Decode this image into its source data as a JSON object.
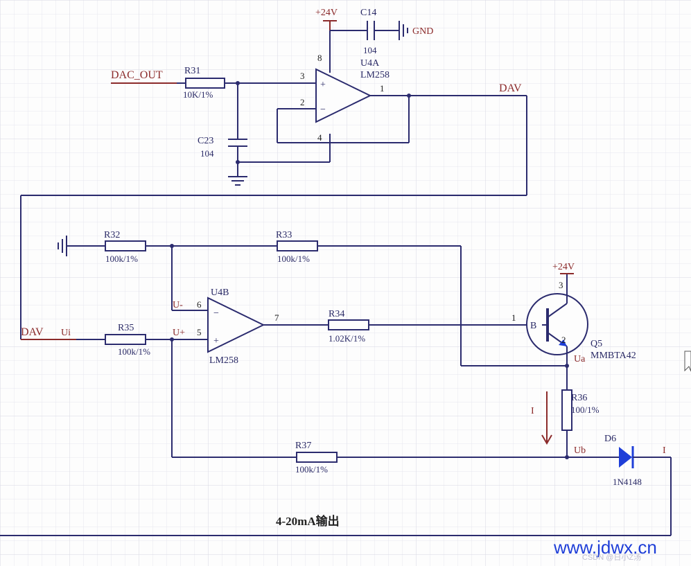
{
  "power": {
    "vcc_top": "+24V",
    "vcc_q5": "+24V",
    "gnd_label": "GND"
  },
  "nets": {
    "dac_out": "DAC_OUT",
    "dav_top": "DAV",
    "dav_left": "DAV",
    "ui": "Ui",
    "u_minus": "U-",
    "u_plus": "U+",
    "ua": "Ua",
    "ub": "Ub",
    "i_arrow": "I",
    "i_right": "I"
  },
  "components": {
    "r31": {
      "ref": "R31",
      "value": "10K/1%"
    },
    "c23": {
      "ref": "C23",
      "value": "104"
    },
    "c14": {
      "ref": "C14",
      "value": "104"
    },
    "u4a": {
      "ref": "U4A",
      "value": "LM258"
    },
    "r32": {
      "ref": "R32",
      "value": "100k/1%"
    },
    "r33": {
      "ref": "R33",
      "value": "100k/1%"
    },
    "r35": {
      "ref": "R35",
      "value": "100k/1%"
    },
    "r34": {
      "ref": "R34",
      "value": "1.02K/1%"
    },
    "u4b": {
      "ref": "U4B",
      "value": "LM258"
    },
    "q5": {
      "ref": "Q5",
      "value": "MMBTA42",
      "base_mark": "B"
    },
    "r36": {
      "ref": "R36",
      "value": "100/1%"
    },
    "r37": {
      "ref": "R37",
      "value": "100k/1%"
    },
    "d6": {
      "ref": "D6",
      "value": "1N4148"
    }
  },
  "pins": {
    "u4a_p3": "3",
    "u4a_p2": "2",
    "u4a_p1": "1",
    "u4a_p8": "8",
    "u4a_p4": "4",
    "u4b_p6": "6",
    "u4b_p5": "5",
    "u4b_p7": "7",
    "q5_p1": "1",
    "q5_p2": "2",
    "q5_p3": "3",
    "plus": "+",
    "minus": "−"
  },
  "caption": "4-20mA输出",
  "watermark": {
    "site": "www.jdwx.cn",
    "csdn": "CSDN @日小Z汤"
  }
}
